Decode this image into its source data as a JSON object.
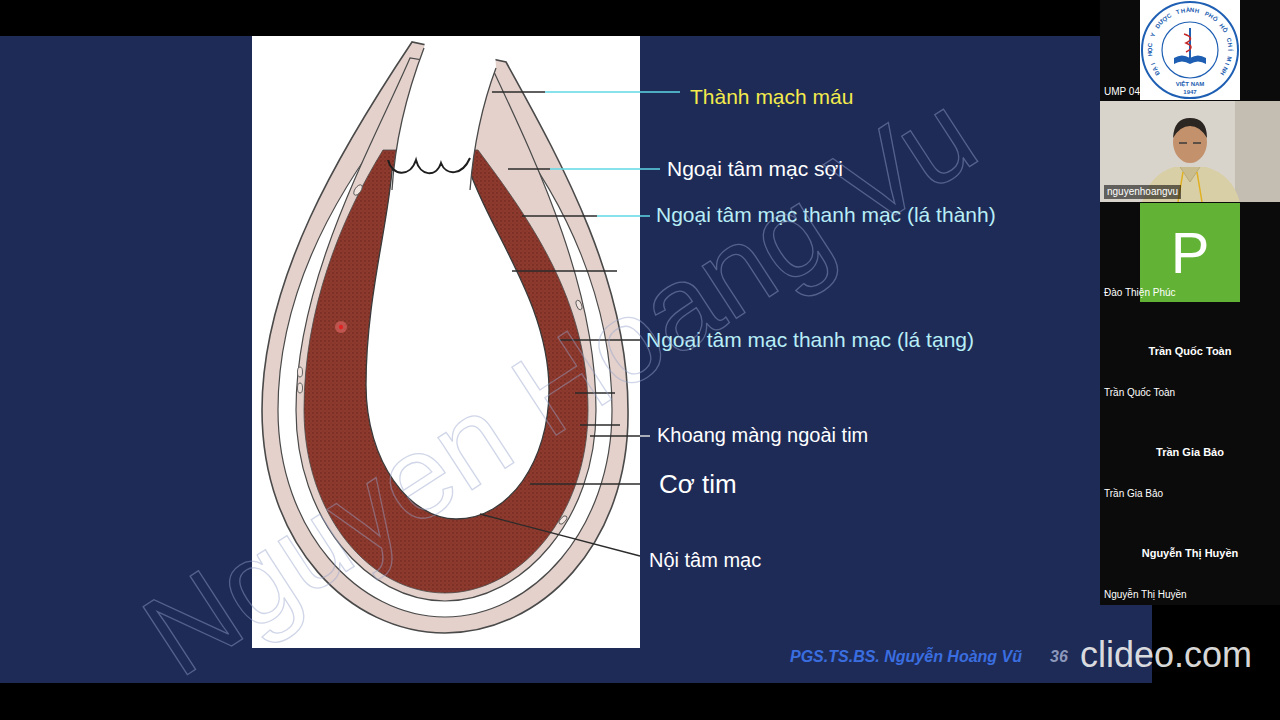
{
  "diagram": {
    "nodes": [
      {
        "text": [
          "P"
        ]
      }
    ],
    "labels": [
      "Thành mạch máu",
      "Ngoại tâm mạc sợi",
      "Ngoại tâm mạc thanh mạc (lá thành)",
      "Ngoại tâm mạc thanh mạc (lá tạng)",
      "Khoang màng ngoài tim",
      "Cơ tim",
      "Nội tâm mạc",
      "Nguyen Hoang Vu",
      "PGS.TS.BS. Nguyễn Hoàng Vũ",
      "36",
      "clideo.com",
      "UMP 04",
      "ĐẠI HỌC Y DƯỢC THÀNH PHỐ HỒ CHÍ MINH",
      "VIỆT NAM",
      "1947",
      "nguyenhoangvu",
      "Đào Thiện Phúc",
      "Trần Quốc Toàn",
      "Trần Quốc Toàn",
      "Trần Gia Bảo",
      "Trần Gia Bảo",
      "Nguyễn Thị Huyền",
      "Nguyễn Thị Huyền"
    ]
  }
}
